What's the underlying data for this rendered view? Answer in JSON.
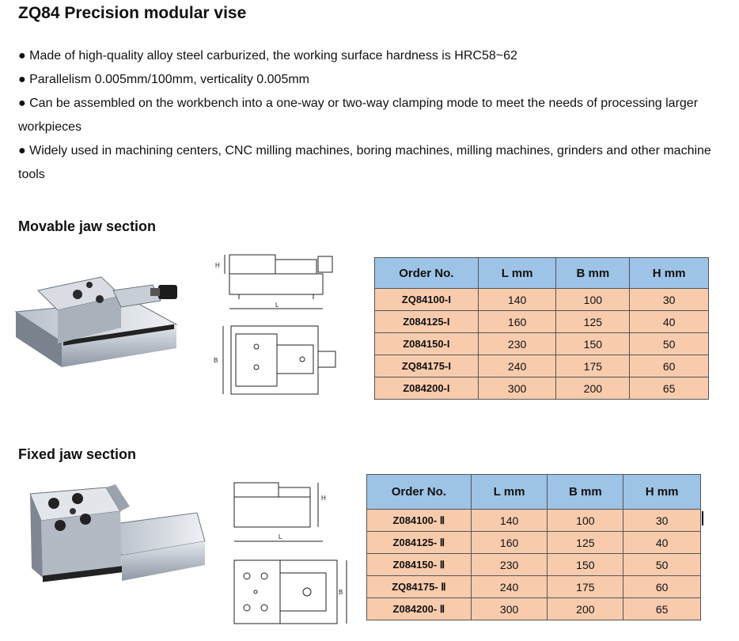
{
  "page": {
    "title": "ZQ84 Precision modular vise",
    "bullets": [
      "● Made of high-quality alloy steel carburized, the working surface hardness is HRC58~62",
      "●  Parallelism 0.005mm/100mm, verticality 0.005mm",
      "●  Can be assembled on the workbench into a one-way or two-way clamping mode to meet the needs of processing larger workpieces",
      "●  Widely used in machining centers, CNC milling machines, boring machines, milling machines, grinders and other machine tools"
    ]
  },
  "movable": {
    "heading": "Movable jaw section",
    "headers": [
      "Order  No.",
      "L mm",
      "B  mm",
      "H mm"
    ],
    "rows": [
      [
        "ZQ84100-I",
        "140",
        "100",
        "30"
      ],
      [
        "Z084125-I",
        "160",
        "125",
        "40"
      ],
      [
        "Z084150-I",
        "230",
        "150",
        "50"
      ],
      [
        "ZQ84175-I",
        "240",
        "175",
        "60"
      ],
      [
        "Z084200-I",
        "300",
        "200",
        "65"
      ]
    ]
  },
  "fixed": {
    "heading": "Fixed jaw section",
    "headers": [
      "Order  No.",
      "L mm",
      "B  mm",
      "H mm"
    ],
    "rows": [
      [
        "Z084100- Ⅱ",
        "140",
        "100",
        "30"
      ],
      [
        "Z084125- Ⅱ",
        "160",
        "125",
        "40"
      ],
      [
        "Z084150- Ⅱ",
        "230",
        "150",
        "50"
      ],
      [
        "ZQ84175- Ⅱ",
        "240",
        "175",
        "60"
      ],
      [
        "Z084200- Ⅱ",
        "300",
        "200",
        "65"
      ]
    ]
  },
  "drawing_labels": {
    "H": "H",
    "L": "L",
    "B": "B"
  },
  "colors": {
    "header_fill": "#9dc3e6",
    "row_fill": "#f8cbad"
  }
}
